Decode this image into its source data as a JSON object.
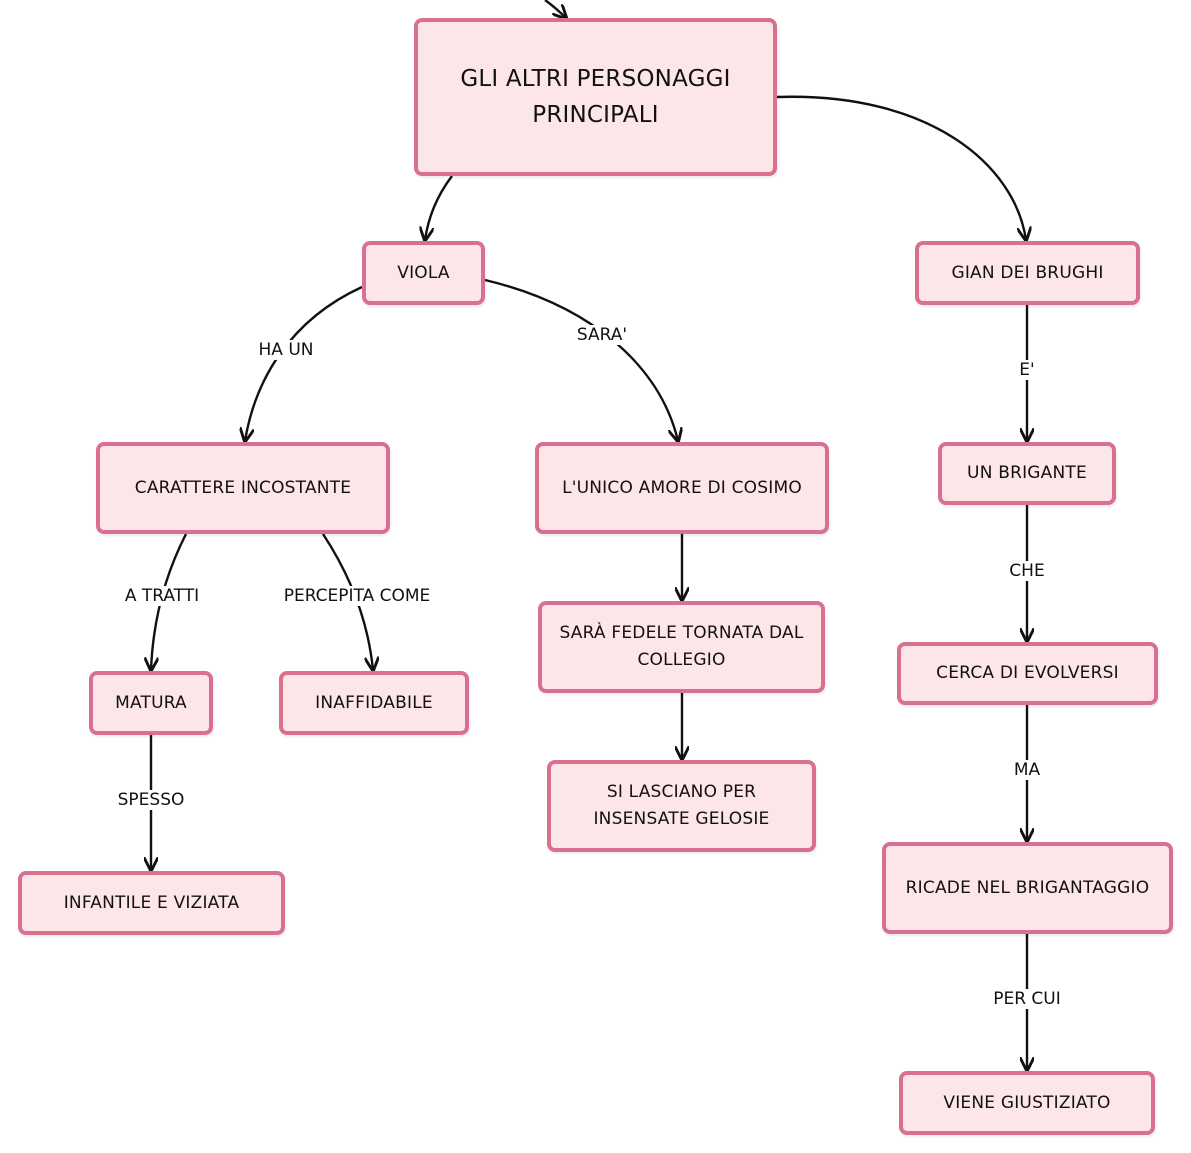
{
  "nodes": {
    "root": "GLI ALTRI PERSONAGGI PRINCIPALI",
    "viola": "VIOLA",
    "gian": "GIAN DEI BRUGHI",
    "carattere": "CARATTERE INCOSTANTE",
    "unico_amore": "L'UNICO AMORE DI COSIMO",
    "brigante": "UN BRIGANTE",
    "matura": "MATURA",
    "inaffidabile": "INAFFIDABILE",
    "fedele": "SARÀ FEDELE TORNATA DAL COLLEGIO",
    "lasciano": "SI LASCIANO PER INSENSATE GELOSIE",
    "evolversi": "CERCA DI EVOLVERSI",
    "infantile": "INFANTILE E VIZIATA",
    "ricade": "RICADE NEL BRIGANTAGGIO",
    "giustiziato": "VIENE GIUSTIZIATO"
  },
  "edge_labels": {
    "ha_un": "HA UN",
    "sara": "SARA'",
    "e": "E'",
    "a_tratti": "A TRATTI",
    "percepita_come": "PERCEPITA COME",
    "che": "CHE",
    "ma": "MA",
    "spesso": "SPESSO",
    "per_cui": "PER CUI"
  },
  "colors": {
    "node_fill": "#fde6e8",
    "node_border": "#d9708f",
    "edge": "#111111"
  }
}
